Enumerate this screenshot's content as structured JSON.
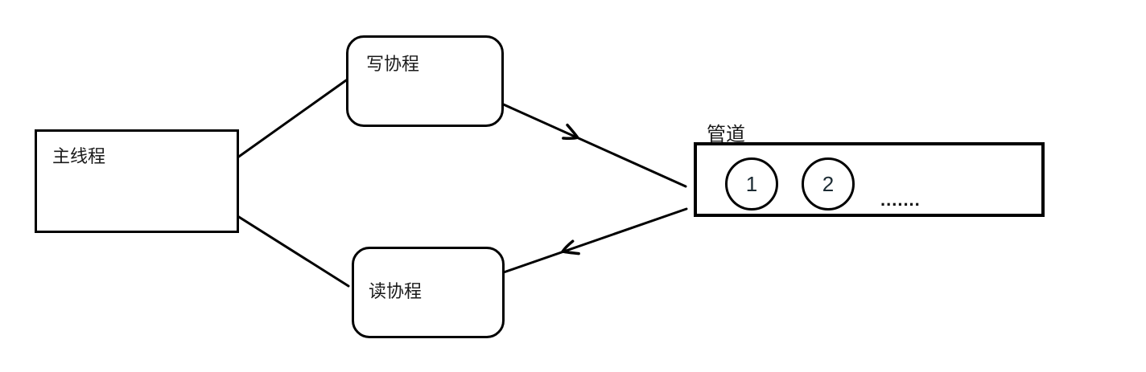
{
  "canvas": {
    "background": "#ffffff",
    "line_color": "#000000",
    "text_color": "#1a1a1a"
  },
  "nodes": {
    "main_thread": {
      "label": "主线程"
    },
    "write_coroutine": {
      "label": "写协程"
    },
    "read_coroutine": {
      "label": "读协程"
    },
    "pipe": {
      "label": "管道",
      "slots": [
        {
          "value": "1"
        },
        {
          "value": "2"
        }
      ],
      "ellipsis": "......."
    }
  },
  "edges": [
    {
      "from": "main_thread",
      "to": "write_coroutine",
      "arrow": false
    },
    {
      "from": "main_thread",
      "to": "read_coroutine",
      "arrow": false
    },
    {
      "from": "write_coroutine",
      "to": "pipe",
      "arrow": true
    },
    {
      "from": "pipe",
      "to": "read_coroutine",
      "arrow": true
    }
  ]
}
